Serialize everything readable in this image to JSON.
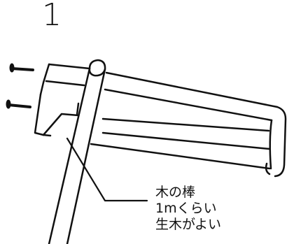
{
  "step": {
    "number": "1"
  },
  "annotation": {
    "lines": [
      "木の棒",
      "1mくらい",
      "生木がよい"
    ]
  },
  "colors": {
    "ink": "#111111",
    "paper": "#ffffff"
  }
}
